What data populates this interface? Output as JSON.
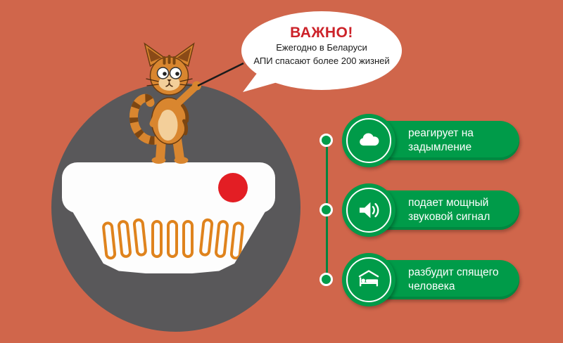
{
  "bubble": {
    "title": "ВАЖНО!",
    "line1": "Ежегодно в Беларуси",
    "line2": "АПИ спасают более 200 жизней"
  },
  "features": [
    {
      "icon": "smoke-cloud-icon",
      "label": "реагирует на задымление"
    },
    {
      "icon": "speaker-icon",
      "label": "подает мощный звуковой сигнал"
    },
    {
      "icon": "sleeping-person-icon",
      "label": "разбудит спящего человека"
    }
  ],
  "colors": {
    "background": "#d0664b",
    "green": "#009b49",
    "dark_circle_gray": "#59585a",
    "detector_button_red": "#e31e24",
    "bubble_title_red": "#cc2229",
    "vent_orange": "#df831d",
    "cat_orange": "#d9862f"
  }
}
